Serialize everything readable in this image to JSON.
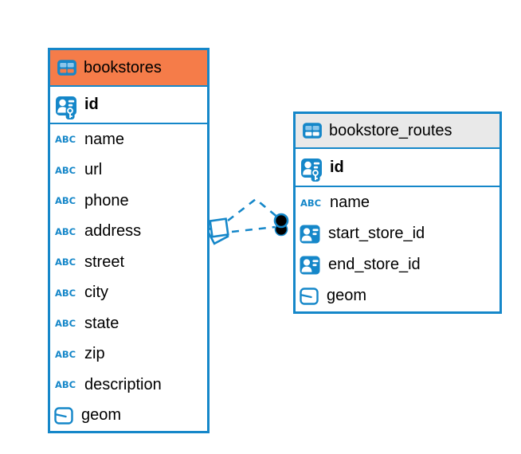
{
  "colors": {
    "accent_blue": "#1587C9",
    "icon_light_blue": "#8BC6EB",
    "header_orange": "#F57C49",
    "header_gray": "#E9E9E9",
    "background": "#FFFFFF",
    "text": "#000000",
    "connector_dot": "#000000"
  },
  "icons": {
    "text_type_glyph": "ABC"
  },
  "tables": [
    {
      "title": "bookstores",
      "header_style": "orange",
      "primary_key": {
        "name": "id",
        "type": "primary-key"
      },
      "columns": [
        {
          "name": "name",
          "type": "text"
        },
        {
          "name": "url",
          "type": "text"
        },
        {
          "name": "phone",
          "type": "text"
        },
        {
          "name": "address",
          "type": "text"
        },
        {
          "name": "street",
          "type": "text"
        },
        {
          "name": "city",
          "type": "text"
        },
        {
          "name": "state",
          "type": "text"
        },
        {
          "name": "zip",
          "type": "text"
        },
        {
          "name": "description",
          "type": "text"
        },
        {
          "name": "geom",
          "type": "geometry"
        }
      ]
    },
    {
      "title": "bookstore_routes",
      "header_style": "gray",
      "primary_key": {
        "name": "id",
        "type": "primary-key"
      },
      "columns": [
        {
          "name": "name",
          "type": "text"
        },
        {
          "name": "start_store_id",
          "type": "foreign-key"
        },
        {
          "name": "end_store_id",
          "type": "foreign-key"
        },
        {
          "name": "geom",
          "type": "geometry"
        }
      ]
    }
  ],
  "relationships": [
    {
      "from_table": "bookstore_routes",
      "to_table": "bookstores",
      "style": "dashed"
    },
    {
      "from_table": "bookstore_routes",
      "to_table": "bookstores",
      "style": "dashed"
    }
  ]
}
